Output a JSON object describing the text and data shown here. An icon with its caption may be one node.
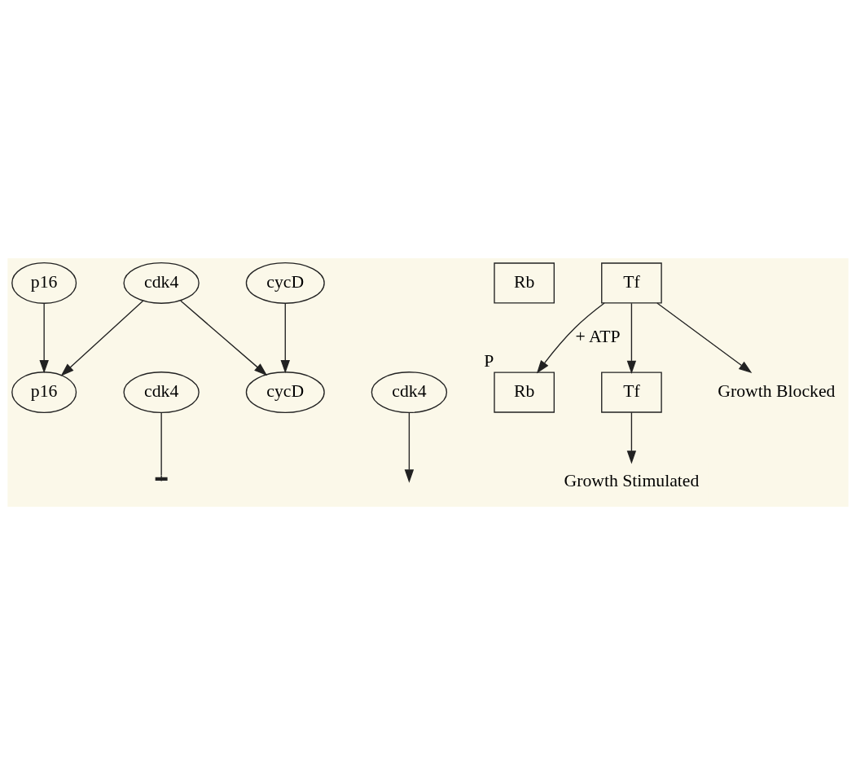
{
  "diagram": {
    "nodes": [
      {
        "text": [
          "p16"
        ]
      },
      {
        "text": [
          "cycD"
        ]
      },
      {
        "text": [
          "cdk4"
        ]
      },
      {
        "text": [
          "p16"
        ]
      },
      {
        "text": [
          "cdk4"
        ]
      },
      {
        "text": [
          "cycD"
        ]
      },
      {
        "text": [
          "cdk4"
        ]
      },
      {
        "text": [
          "Rb"
        ]
      },
      {
        "text": [
          "Tf"
        ]
      },
      {
        "text": [
          "Rb"
        ],
        "beside": [
          "P"
        ]
      },
      {
        "text": [
          "Tf"
        ]
      },
      {
        "text": [
          "Growth Blocked"
        ]
      },
      {
        "text": [
          "Growth Stimulated"
        ]
      }
    ],
    "edges": [
      {
        "from": 0,
        "to": 3,
        "arrow": "to"
      },
      {
        "from": 2,
        "to": 3,
        "arrow": "to"
      },
      {
        "from": 2,
        "to": 5,
        "arrow": "to"
      },
      {
        "from": 1,
        "to": 5,
        "arrow": "to"
      },
      {
        "from": 4,
        "to": null,
        "arrow": "other"
      },
      {
        "from": 6,
        "to": null,
        "arrow": "to"
      },
      {
        "from": 8,
        "to": 9,
        "arrow": "to",
        "label": "+ ATP"
      },
      {
        "from": 8,
        "to": 10,
        "arrow": "to"
      },
      {
        "from": 8,
        "to": 11,
        "arrow": "to"
      },
      {
        "from": 10,
        "to": 12,
        "arrow": "to"
      }
    ]
  }
}
